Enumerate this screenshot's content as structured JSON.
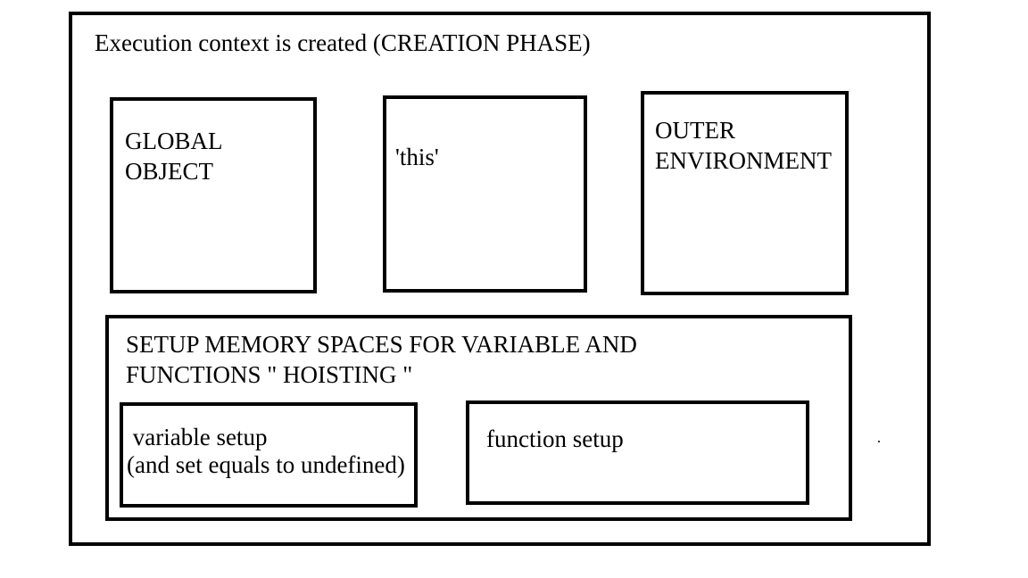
{
  "diagram": {
    "outer": {
      "title": "Execution context is created (CREATION PHASE)"
    },
    "global_object": {
      "label": "GLOBAL\nOBJECT"
    },
    "this_box": {
      "label": "'this'"
    },
    "outer_environment": {
      "label": "OUTER\nENVIRONMENT"
    },
    "memory_setup": {
      "label": "SETUP MEMORY SPACES FOR VARIABLE AND\nFUNCTIONS \" HOISTING \""
    },
    "variable_setup": {
      "label": " variable setup\n(and set equals to undefined)"
    },
    "function_setup": {
      "label": "function setup"
    }
  },
  "colors": {
    "stroke": "#000000",
    "background": "#ffffff"
  }
}
